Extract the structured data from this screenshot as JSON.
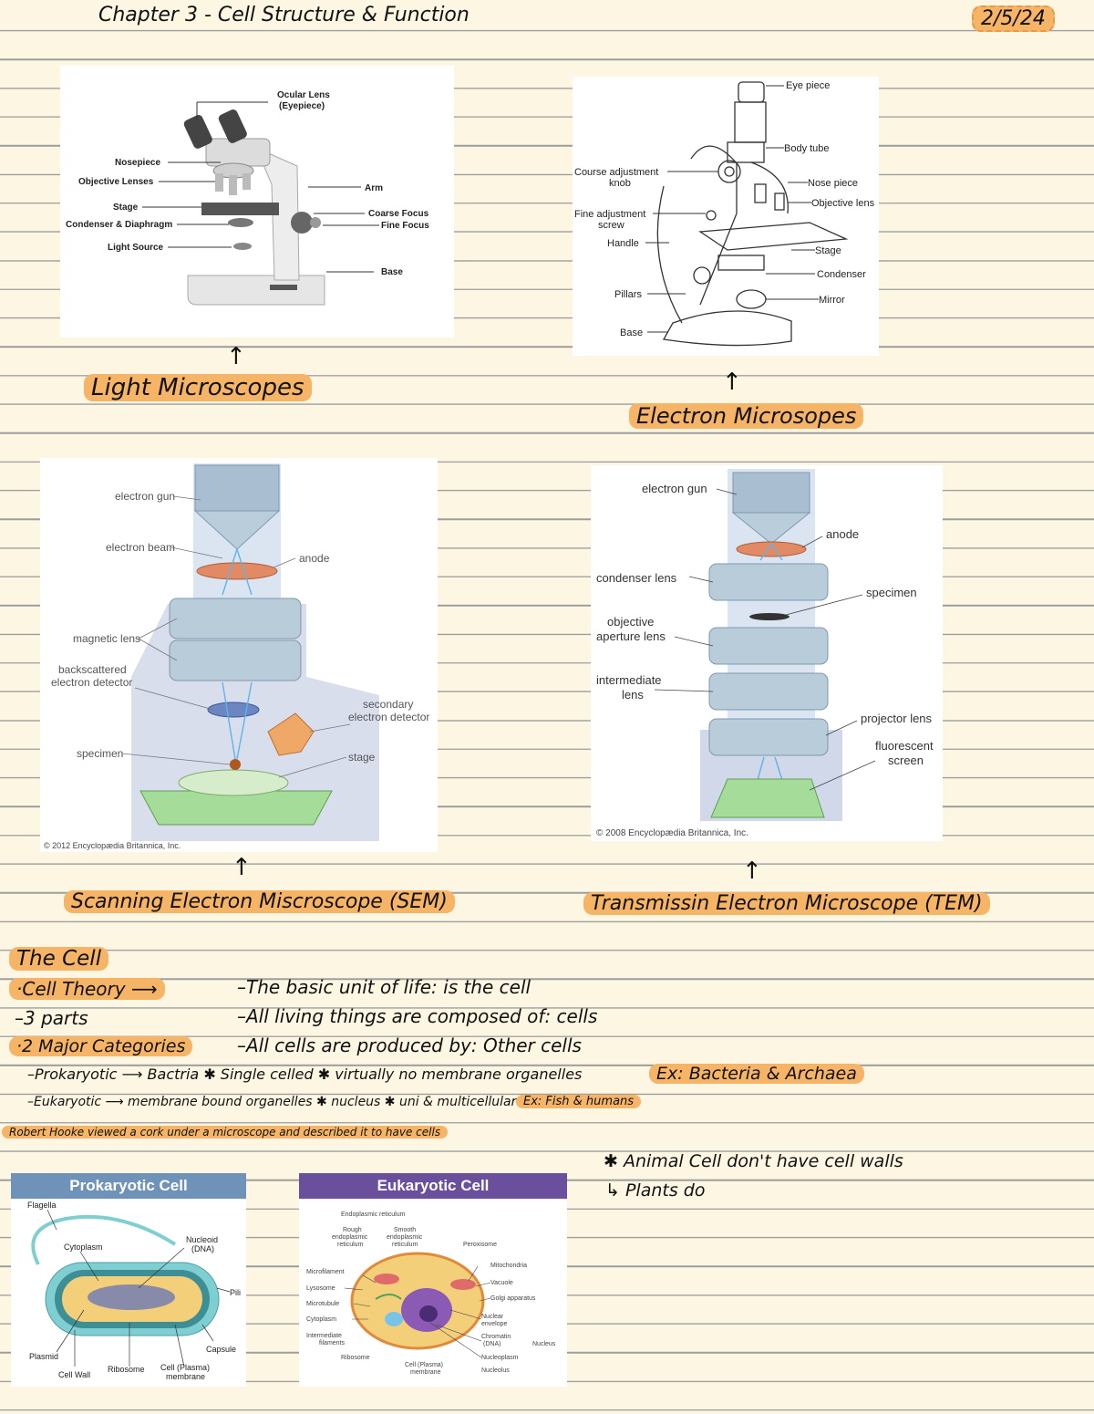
{
  "header": {
    "title": "Chapter 3 - Cell Structure & Function",
    "date": "2/5/24"
  },
  "light_microscope": {
    "labels": [
      "Ocular Lens",
      "(Eyepiece)",
      "Nosepiece",
      "Objective Lenses",
      "Stage",
      "Condenser & Diaphragm",
      "Light Source",
      "Arm",
      "Coarse Focus",
      "Fine Focus",
      "Base"
    ],
    "caption": "Light Microscopes"
  },
  "compound_microscope": {
    "labels": [
      "Eye piece",
      "Body tube",
      "Course adjustment",
      "knob",
      "Nose piece",
      "Objective lens",
      "Fine adjustment",
      "screw",
      "Handle",
      "Stage",
      "Condenser",
      "Pillars",
      "Mirror",
      "Base"
    ],
    "caption": "Electron Microsopes"
  },
  "sem": {
    "labels": [
      "electron gun",
      "electron beam",
      "anode",
      "magnetic lens",
      "backscattered",
      "electron detector",
      "secondary",
      "electron detector",
      "specimen",
      "stage"
    ],
    "credit": "© 2012 Encyclopædia Britannica, Inc.",
    "caption": "Scanning Electron Miscroscope (SEM)"
  },
  "tem": {
    "labels": [
      "electron gun",
      "anode",
      "condenser lens",
      "specimen",
      "objective",
      "aperture lens",
      "intermediate",
      "lens",
      "projector lens",
      "fluorescent",
      "screen"
    ],
    "credit": "© 2008 Encyclopædia Britannica, Inc.",
    "caption": "Transmissin Electron Microscope (TEM)"
  },
  "notes": {
    "section_title": "The Cell",
    "cell_theory": "·Cell Theory ⟶",
    "three_parts": "–3 parts",
    "two_categories": "·2 Major Categories",
    "theory_points": [
      "–The basic unit of life: is the cell",
      "–All living things are composed of: cells",
      "–All cells are produced by: Other cells"
    ],
    "prokaryotic": "–Prokaryotic ⟶ Bactria ✱ Single celled ✱ virtually no membrane organelles",
    "prokaryotic_example": "Ex: Bacteria & Archaea",
    "eukaryotic": "–Eukaryotic ⟶ membrane bound organelles ✱ nucleus ✱ uni & multicellular",
    "eukaryotic_example": "Ex: Fish & humans",
    "hooke": "Robert Hooke viewed a cork under a microscope and described it to have cells",
    "animal_note": "✱ Animal Cell don't have cell walls",
    "plant_note": "↳ Plants do"
  },
  "prokaryotic_cell": {
    "title": "Prokaryotic Cell",
    "labels": [
      "Flagella",
      "Cytoplasm",
      "Nucleoid",
      "(DNA)",
      "Pili",
      "Capsule",
      "Plasmid",
      "Cell Wall",
      "Ribosome",
      "Cell (Plasma)",
      "membrane"
    ]
  },
  "eukaryotic_cell": {
    "title": "Eukaryotic Cell",
    "labels": [
      "Endoplasmic reticulum",
      "Rough",
      "endoplasmic",
      "reticulum",
      "Smooth",
      "endoplasmic",
      "reticulum",
      "Peroxisome",
      "Microfilament",
      "Mitochondria",
      "Lysosome",
      "Vacuole",
      "Microtubule",
      "Golgi apparatus",
      "Cytoplasm",
      "Nuclear",
      "envelope",
      "Intermediate",
      "filaments",
      "Chromatin",
      "(DNA)",
      "Nucleus",
      "Nucleoplasm",
      "Ribosome",
      "Cell (Plasma)",
      "membrane",
      "Nucleolus"
    ]
  },
  "colors": {
    "highlight": "#f6b466",
    "prokaryotic_header": "#6f93b8",
    "eukaryotic_header": "#6a4f9c",
    "paper": "#fdf6e3"
  }
}
